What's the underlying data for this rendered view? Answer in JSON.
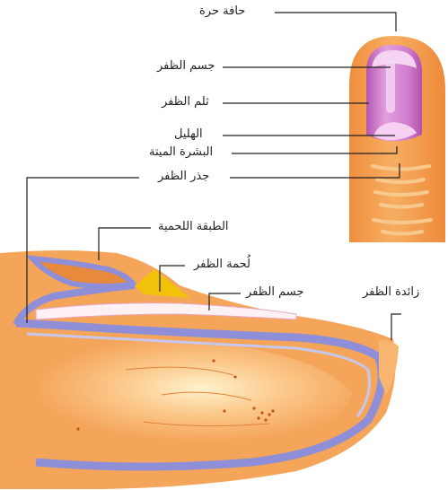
{
  "labels": {
    "free_edge": "حافة حرة",
    "nail_body_top": "جسم الظفر",
    "nail_groove": "ثلم الظفر",
    "lunula": "الهليل",
    "cuticle": "البشرة الميتة",
    "nail_root": "جذر الظفر",
    "germinal_layer": "الطبقة اللحمية",
    "eponychium": "لُحمة الظفر",
    "nail_body_section": "جسم الظفر",
    "hyponychium": "زائدة الظفر"
  },
  "colors": {
    "skin": "#f5a55a",
    "skin_light": "#fbd39e",
    "nail_pink": "#c66bc0",
    "lunula": "#f3c1ee",
    "nail_bed_blue": "#8e8fd8",
    "leader_line": "#231f20",
    "cuticle_yellow": "#f2c20a"
  }
}
